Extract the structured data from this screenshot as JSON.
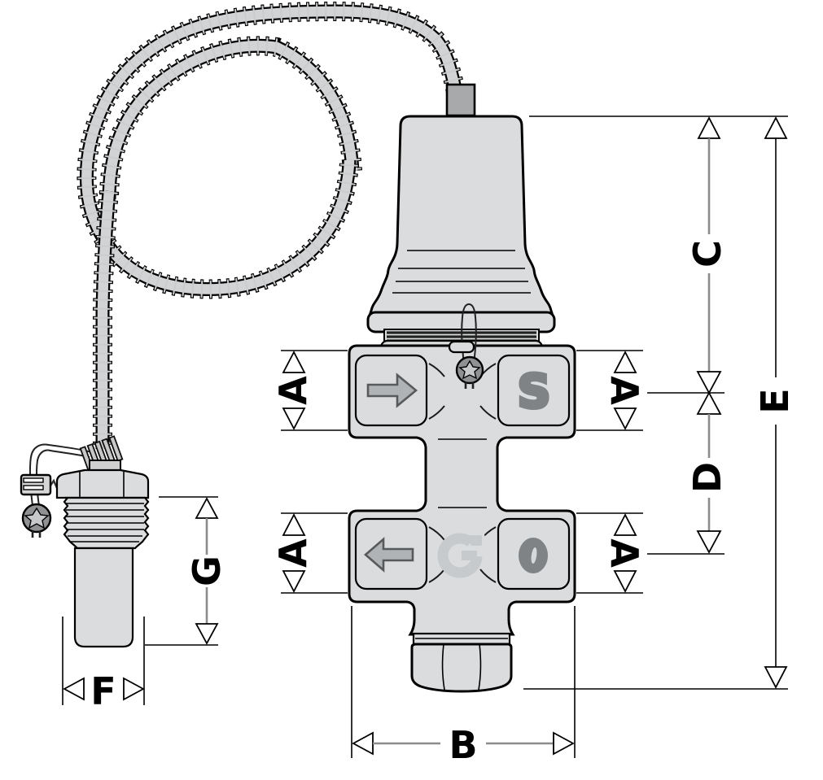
{
  "figure": {
    "kind": "technical-dimension-drawing",
    "subject": "thermostatic regulator valve with coiled capillary tube and immersion temperature sensor",
    "labels": {
      "a_upper_left": "A",
      "a_upper_right": "A",
      "a_lower_left": "A",
      "a_lower_right": "A",
      "b": "B",
      "c": "C",
      "d": "D",
      "e": "E",
      "f": "F",
      "g": "G"
    },
    "port_markings": {
      "upper_right": "S",
      "lower_right": "0"
    },
    "colors": {
      "background": "#ffffff",
      "metal_light": "#dbdcdd",
      "tube_fill": "#d2d3d4",
      "stem_gray": "#a8a9ab",
      "symbol_dark_gray": "#7f8386",
      "flow_arrow_fill": "#b0b3b5",
      "logo_gray": "#c6cacd",
      "seal_gray": "#8f9193",
      "outline": "#000000",
      "dimension_gray": "#8c8c8c"
    }
  }
}
